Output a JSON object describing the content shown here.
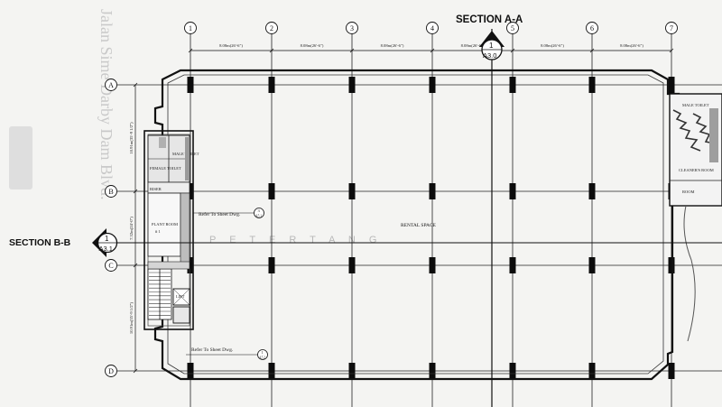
{
  "sections": {
    "a": {
      "title": "SECTION A-A",
      "callout_num": "1",
      "callout_sheet": "A3.0"
    },
    "b": {
      "title": "SECTION B-B",
      "callout_num": "1",
      "callout_sheet": "A3.1"
    }
  },
  "grid": {
    "columns": [
      "1",
      "2",
      "3",
      "4",
      "5",
      "6",
      "7"
    ],
    "rows": [
      "A",
      "B",
      "C",
      "D"
    ],
    "column_spacing": [
      "8.08m(26'-6\")",
      "8.08m(26'-6\")",
      "8.08m(26'-6\")",
      "8.08m(26'-6\")",
      "8.08m(26'-6\")",
      "8.08m(26'-6\")"
    ],
    "row_spacing": [
      "10.91m(35'-9 1/2\")",
      "7.32m(24'-0\")",
      "10.91m(35'-9 1/2\")"
    ]
  },
  "rooms": {
    "rental_space": "RENTAL SPACE",
    "plant_room": "PLANT ROOM",
    "plant_room_no": "# 1",
    "male_toilet_left": "MALE TOILET",
    "female_toilet": "FEMALE TOILET",
    "riser": "RISER",
    "lift": "LIFT",
    "male_toilet_right": "MALE TOILET",
    "cleaners_room": "CLEANER'S ROOM",
    "room_right": "ROOM"
  },
  "notes": {
    "refer_top": "Refer To Sheet Dwg.",
    "refer_top_callout": "3",
    "refer_top_sheet": "A5.1",
    "refer_bottom": "Refer To Sheet Dwg.",
    "refer_bottom_callout": "1",
    "refer_bottom_sheet": "A5.2"
  },
  "watermark": {
    "side_text": "Jalan Sime Darby Dam Blvd.",
    "center_text": "P E T E R   T A N G"
  }
}
